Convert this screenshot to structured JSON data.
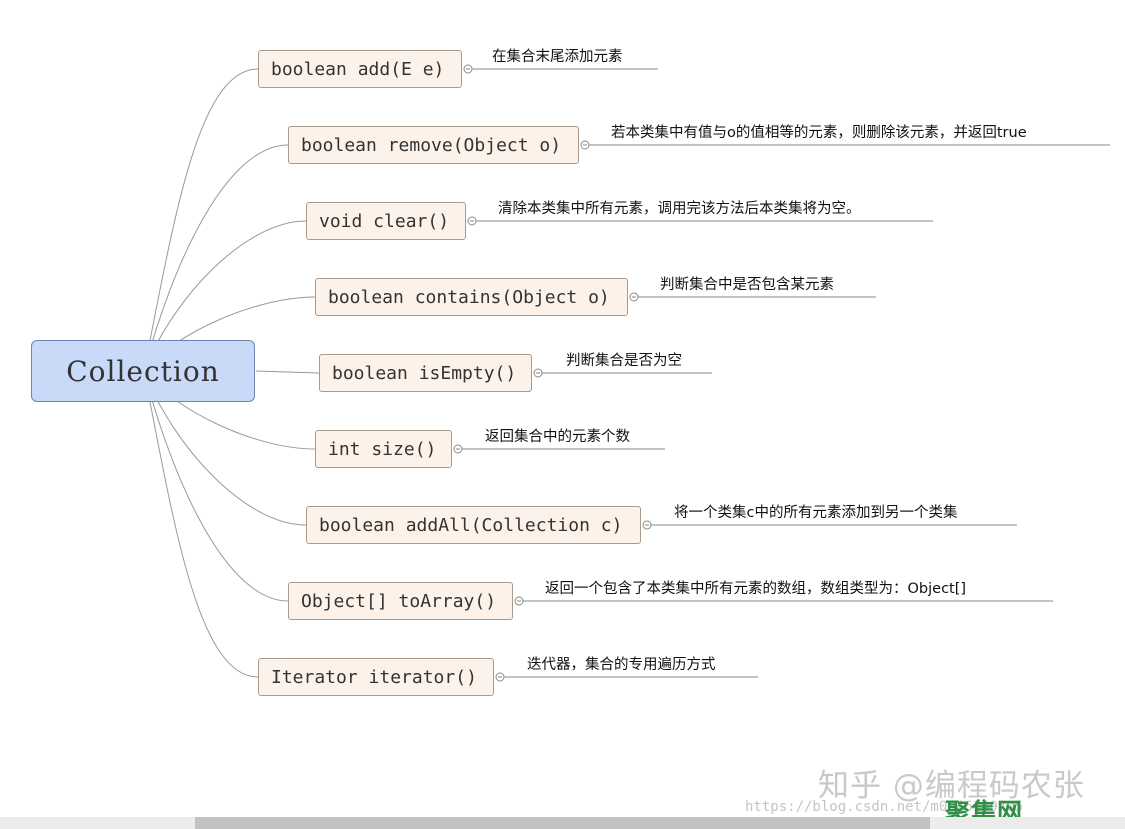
{
  "root": {
    "label": "Collection"
  },
  "methods": [
    {
      "signature": "boolean add(E e)",
      "description": "在集合末尾添加元素"
    },
    {
      "signature": "boolean remove(Object o)",
      "description": "若本类集中有值与o的值相等的元素，则删除该元素，并返回true"
    },
    {
      "signature": "void clear()",
      "description": "清除本类集中所有元素，调用完该方法后本类集将为空。"
    },
    {
      "signature": "boolean contains(Object o)",
      "description": "判断集合中是否包含某元素"
    },
    {
      "signature": "boolean isEmpty()",
      "description": "判断集合是否为空"
    },
    {
      "signature": "int size()",
      "description": "返回集合中的元素个数"
    },
    {
      "signature": "boolean addAll(Collection c)",
      "description": "将一个类集c中的所有元素添加到另一个类集"
    },
    {
      "signature": "Object[] toArray()",
      "description": "返回一个包含了本类集中所有元素的数组，数组类型为：Object[]"
    },
    {
      "signature": "Iterator iterator()",
      "description": "迭代器，集合的专用遍历方式"
    }
  ],
  "watermark": {
    "main": "知乎 @编程码农张",
    "url": "https://blog.csdn.net/m0_46149705",
    "logo": "聚集网"
  },
  "colors": {
    "root_fill": "#c9daf8",
    "root_border": "#6c86b0",
    "node_fill": "#fdf2e9",
    "node_border": "#a89a8c",
    "connector": "#999999"
  }
}
